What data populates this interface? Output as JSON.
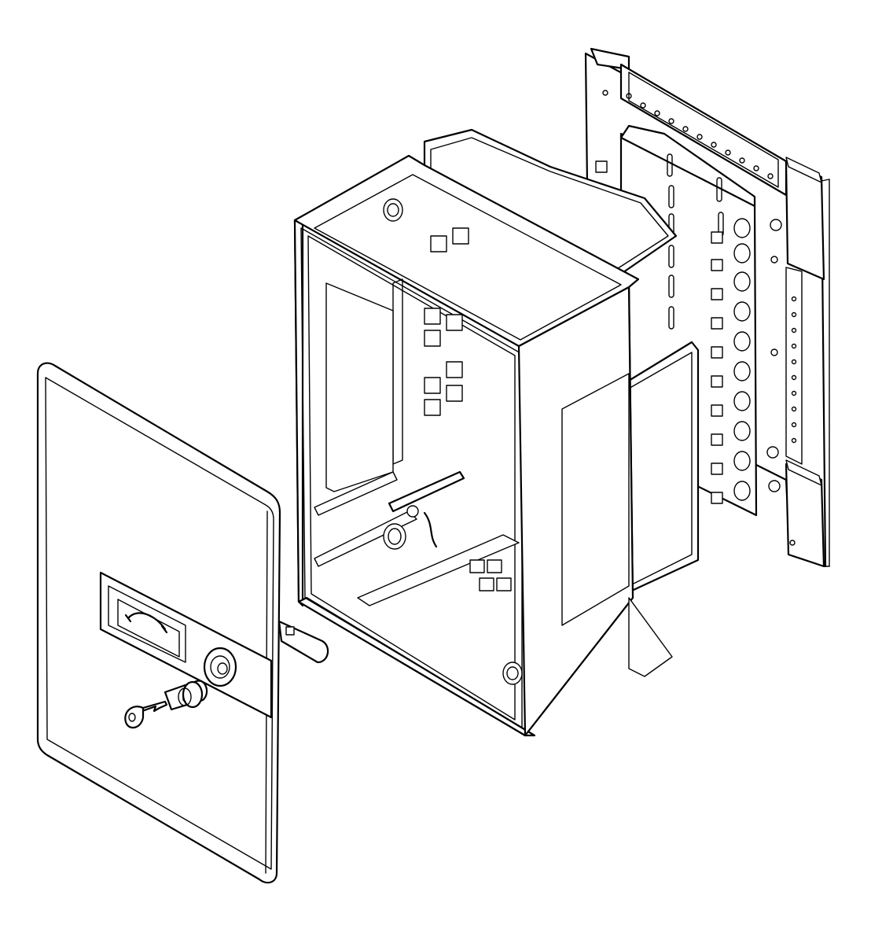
{
  "figure": {
    "kind": "exploded-assembly-line-drawing",
    "parts": [
      "backplate",
      "terminal-strip",
      "enclosure",
      "door",
      "lock-cylinder",
      "key",
      "lock-cam"
    ],
    "icons": [
      "handset-icon",
      "key-icon",
      "lock-icon"
    ],
    "colors": {
      "line": "#000000",
      "background": "#ffffff"
    }
  }
}
